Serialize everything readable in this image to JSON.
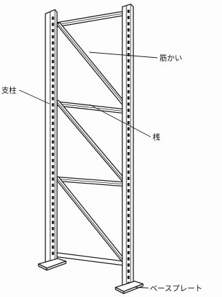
{
  "labels": {
    "brace": "筋かい",
    "column": "支柱",
    "beam": "桟",
    "base_plate": "ベースプレート"
  },
  "colors": {
    "line": "#1a1a1a",
    "fill": "#ffffff"
  }
}
